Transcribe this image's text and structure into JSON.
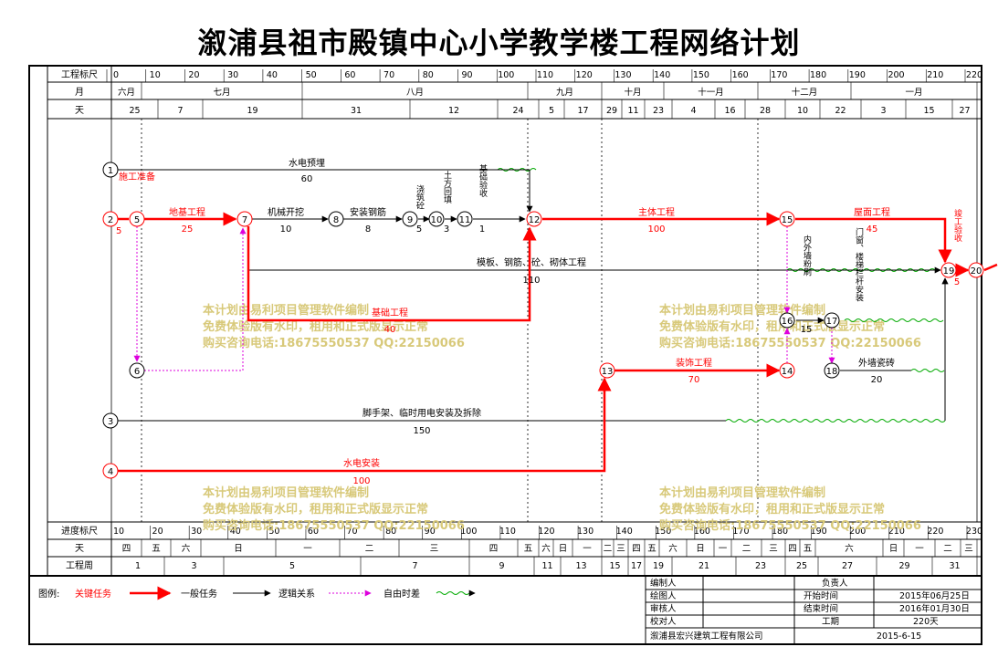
{
  "title": "溆浦县祖市殿镇中心小学教学楼工程网络计划",
  "colors": {
    "critical": "#ff0000",
    "normal": "#000000",
    "free_float": "#00aa00",
    "dummy": "#cc00cc",
    "watermark": "#d8c97a"
  },
  "top_scale": {
    "label": "工程标尺",
    "ticks": [
      "0",
      "10",
      "20",
      "30",
      "40",
      "50",
      "60",
      "70",
      "80",
      "90",
      "100",
      "110",
      "120",
      "130",
      "140",
      "150",
      "160",
      "170",
      "180",
      "190",
      "200",
      "210",
      "220"
    ]
  },
  "month_row": {
    "label": "月",
    "items": [
      "六月",
      "七月",
      "八月",
      "九月",
      "十月",
      "十一月",
      "十二月",
      "一月"
    ]
  },
  "day_row": {
    "label": "天",
    "items": [
      "25",
      "7",
      "19",
      "31",
      "12",
      "24",
      "5",
      "17",
      "29",
      "11",
      "23",
      "4",
      "16",
      "28",
      "10",
      "22",
      "3",
      "15",
      "27"
    ]
  },
  "bottom_scale": {
    "label": "进度标尺",
    "ticks": [
      "10",
      "20",
      "30",
      "40",
      "50",
      "60",
      "70",
      "80",
      "90",
      "100",
      "110",
      "120",
      "130",
      "140",
      "150",
      "160",
      "170",
      "180",
      "190",
      "200",
      "210",
      "220",
      "230"
    ]
  },
  "weekday_row": {
    "label": "天",
    "items": [
      "四",
      "五",
      "六",
      "日",
      "一",
      "二",
      "三",
      "四",
      "五",
      "六",
      "日",
      "一",
      "二",
      "三",
      "四",
      "五",
      "六",
      "日",
      "一",
      "二",
      "三",
      "四",
      "五",
      "六",
      "日",
      "一",
      "二",
      "三"
    ]
  },
  "week_row": {
    "label": "工程周",
    "items": [
      "1",
      "3",
      "5",
      "7",
      "9",
      "11",
      "13",
      "15",
      "17",
      "19",
      "21",
      "23",
      "25",
      "27",
      "29",
      "31"
    ]
  },
  "nodes": [
    "1",
    "2",
    "5",
    "7",
    "8",
    "9",
    "10",
    "11",
    "12",
    "15",
    "19",
    "20",
    "6",
    "13",
    "14",
    "16",
    "17",
    "18",
    "3",
    "4"
  ],
  "activities": [
    {
      "name": "施工准备",
      "dur": "5"
    },
    {
      "name": "地基工程",
      "dur": "25"
    },
    {
      "name": "机械开挖",
      "dur": "10"
    },
    {
      "name": "安装钢筋",
      "dur": "8"
    },
    {
      "name": "浇筑砼",
      "dur": "5"
    },
    {
      "name": "土方回填",
      "dur": "3"
    },
    {
      "name": "基础验收",
      "dur": "1"
    },
    {
      "name": "水电预埋",
      "dur": "60"
    },
    {
      "name": "主体工程",
      "dur": "100"
    },
    {
      "name": "屋面工程",
      "dur": "45"
    },
    {
      "name": "竣工验收",
      "dur": "5"
    },
    {
      "name": "模板、钢筋、砼、砌体工程",
      "dur": "110"
    },
    {
      "name": "基础工程",
      "dur": "40"
    },
    {
      "name": "内外墙粉刷",
      "dur": "15"
    },
    {
      "name": "门窗、楼梯栏杆安装",
      "dur": ""
    },
    {
      "name": "装饰工程",
      "dur": "70"
    },
    {
      "name": "外墙瓷砖",
      "dur": "20"
    },
    {
      "name": "脚手架、临时用电安装及拆除",
      "dur": "150"
    },
    {
      "name": "水电安装",
      "dur": "100"
    }
  ],
  "watermark": [
    "本计划由易利项目管理软件编制",
    "免费体验版有水印，租用和正式版显示正常",
    "购买咨询电话:18675550537 QQ:22150066"
  ],
  "legend": {
    "label": "图例:",
    "critical": "关键任务",
    "normal": "一般任务",
    "logic": "逻辑关系",
    "float": "自由时差"
  },
  "info": {
    "l1": "编制人",
    "r1": "负责人",
    "l2": "绘图人",
    "r2": "开始时间",
    "v2": "2015年06月25日",
    "l3": "审核人",
    "r3": "结束时间",
    "v3": "2016年01月30日",
    "l4": "校对人",
    "r4": "工期",
    "v4": "220天",
    "company": "溆浦县宏兴建筑工程有限公司",
    "date": "2015-6-15"
  }
}
